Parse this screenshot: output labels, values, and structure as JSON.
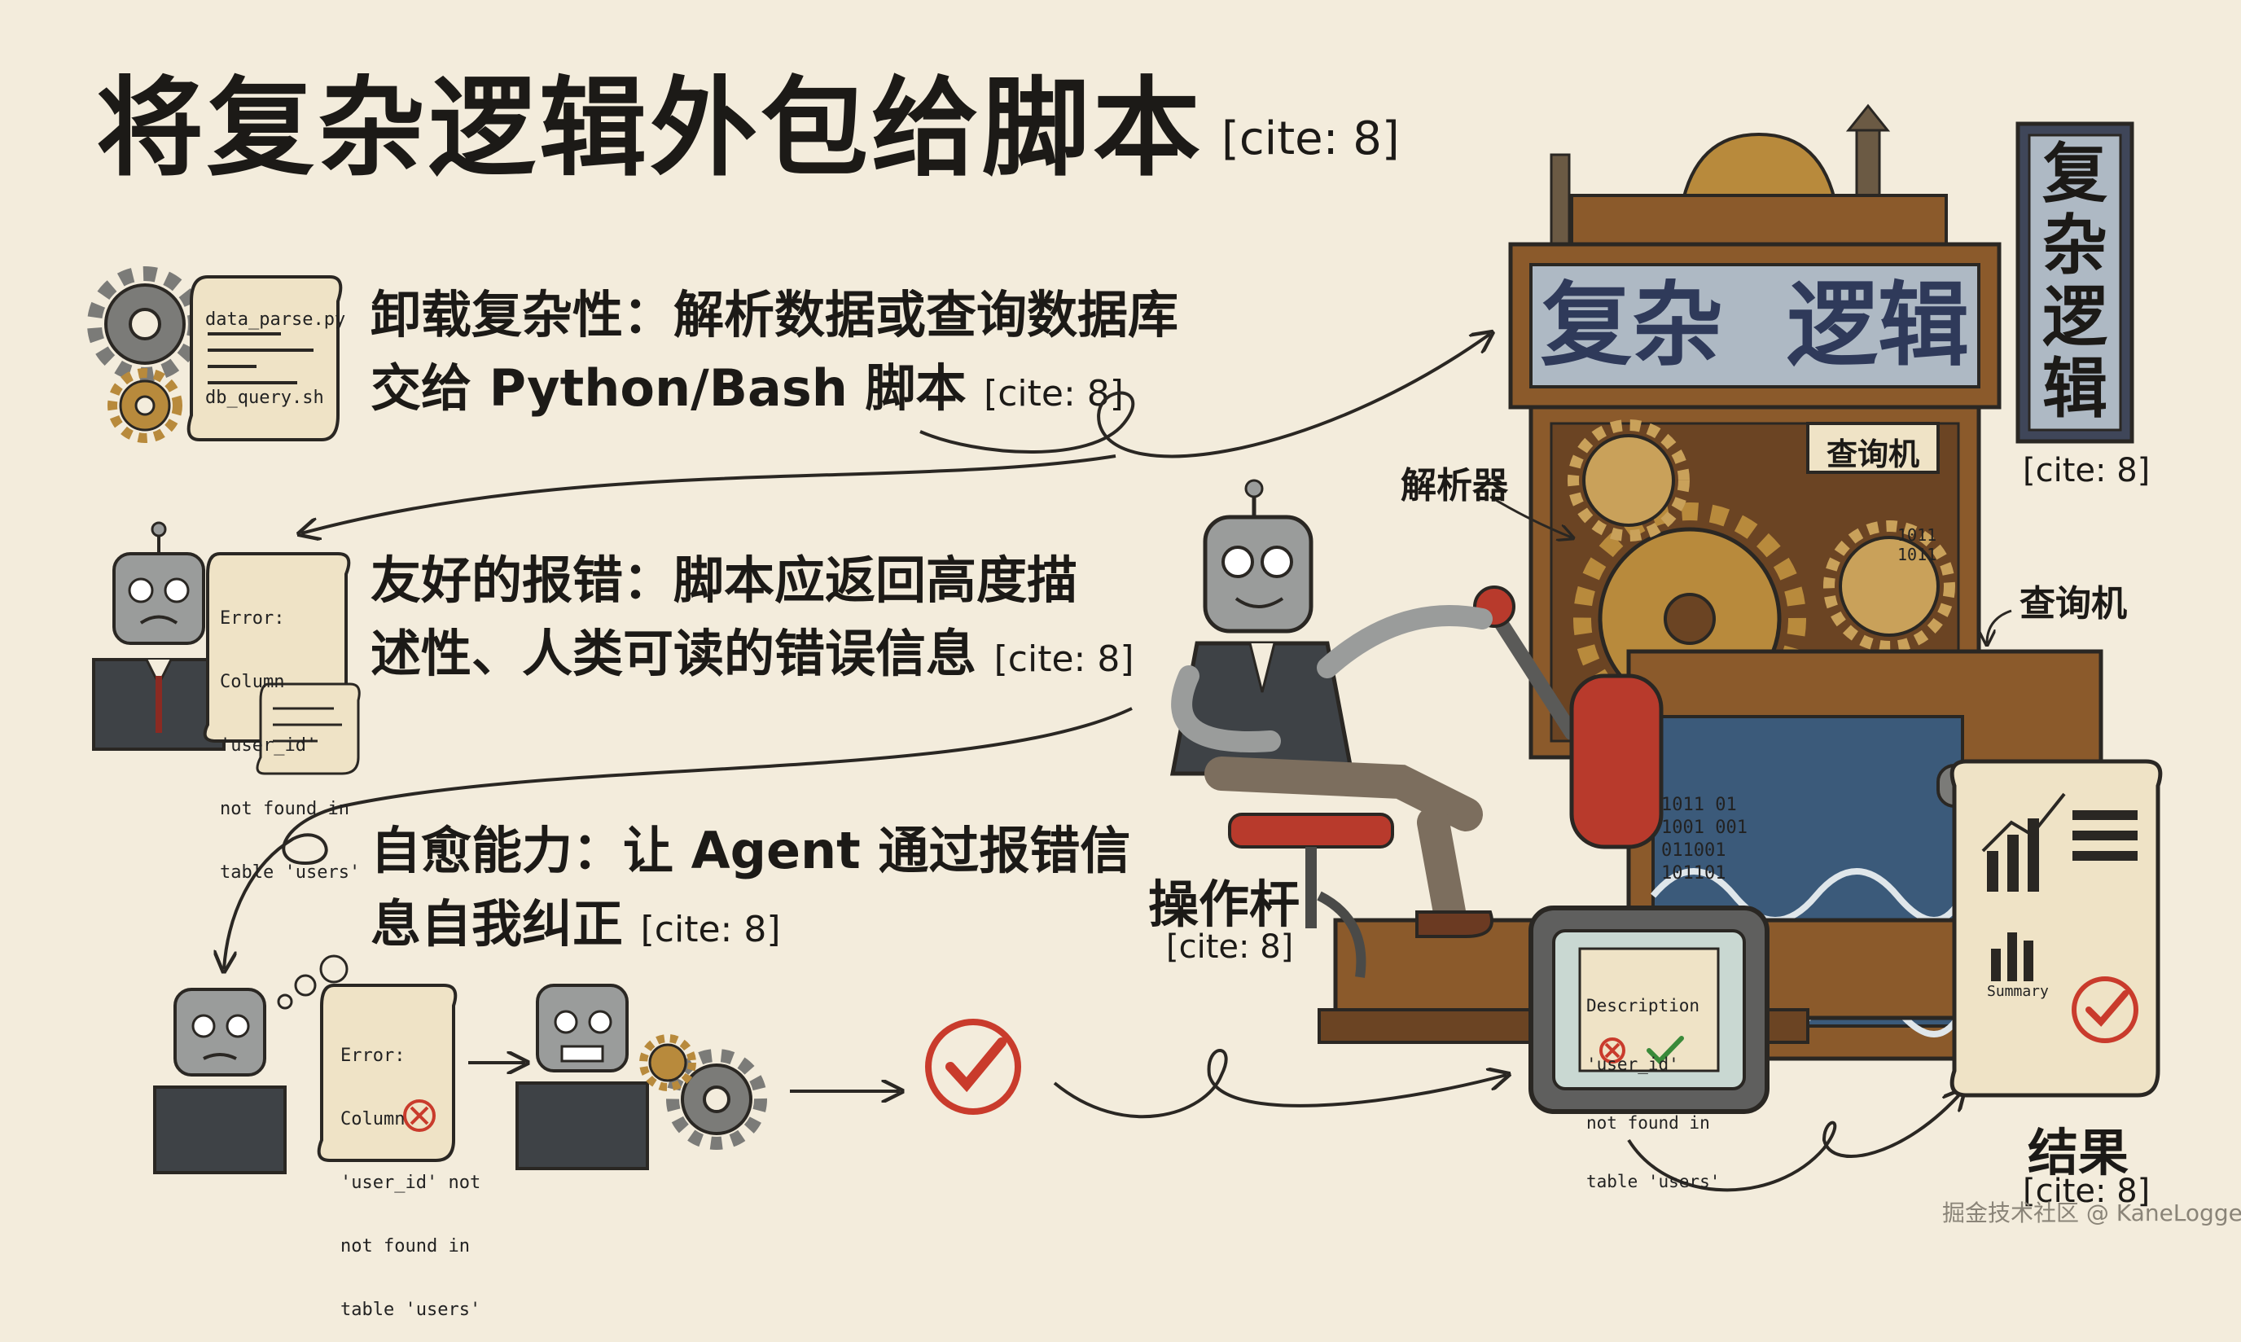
{
  "title": "将复杂逻辑外包给脚本",
  "title_cite": "[cite: 8]",
  "points": [
    {
      "line1": "卸载复杂性：解析数据或查询数据库",
      "line2": "交给 Python/Bash 脚本",
      "cite": "[cite: 8]"
    },
    {
      "line1": "友好的报错：脚本应返回高度描",
      "line2": "述性、人类可读的错误信息",
      "cite": "[cite: 8]"
    },
    {
      "line1": "自愈能力：让 Agent 通过报错信",
      "line2": "息自我纠正",
      "cite": "[cite: 8]"
    }
  ],
  "scroll_files": {
    "file1": "data_parse.py",
    "file2": "db_query.sh"
  },
  "error_scroll_1": {
    "l1": "Error:",
    "l2": "Column",
    "l3": "'user_id'",
    "l4": "not found in",
    "l5": "table 'users'"
  },
  "error_scroll_2": {
    "l1": "Error:",
    "l2": "Column",
    "l3": "'user_id' not",
    "l4": "not found in",
    "l5": "table 'users'"
  },
  "machine": {
    "sign": "复杂  逻辑",
    "plate": "查询机",
    "parser_label": "解析器",
    "query_label": "查询机",
    "lever_label": "操作杆",
    "lever_cite": "[cite: 8]",
    "binary_1": "1011\n1011",
    "binary_2": "1011 01\n1001 001\n011001\n101101"
  },
  "banner": {
    "c1": "复",
    "c2": "杂",
    "c3": "逻",
    "c4": "辑",
    "cite": "[cite: 8]"
  },
  "monitor": {
    "l1": "Description",
    "l2": "'user_id'",
    "l3": "not found in",
    "l4": "table 'users'"
  },
  "result": {
    "label": "结果",
    "cite": "[cite: 8]",
    "summary": "Summary"
  },
  "watermark": "掘金技术社区 @ KaneLogger",
  "colors": {
    "paper": "#f3ecdc",
    "wood": "#8b5a2b",
    "brass": "#b88a3c",
    "sign_bg": "#aeb9c4",
    "banner_bg": "#3f4659",
    "red": "#c93b2c",
    "green": "#3a8a3a"
  }
}
